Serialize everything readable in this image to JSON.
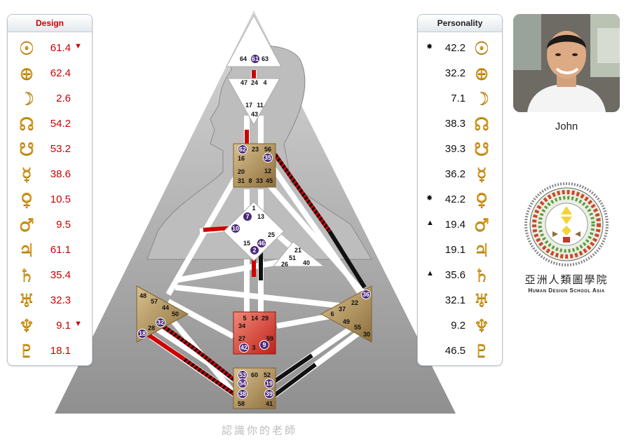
{
  "design_panel": {
    "title": "Design",
    "rows": [
      {
        "planet": "sun-icon",
        "glyph": "☉",
        "value": "61.4",
        "mark": "▼"
      },
      {
        "planet": "earth-icon",
        "glyph": "⊕",
        "value": "62.4",
        "mark": ""
      },
      {
        "planet": "moon-icon",
        "glyph": "☽",
        "value": "2.6",
        "mark": ""
      },
      {
        "planet": "north-node-icon",
        "glyph": "☊",
        "value": "54.2",
        "mark": ""
      },
      {
        "planet": "south-node-icon",
        "glyph": "☋",
        "value": "53.2",
        "mark": ""
      },
      {
        "planet": "mercury-icon",
        "glyph": "☿",
        "value": "38.6",
        "mark": ""
      },
      {
        "planet": "venus-icon",
        "glyph": "♀",
        "value": "10.5",
        "mark": ""
      },
      {
        "planet": "mars-icon",
        "glyph": "♂",
        "value": "9.5",
        "mark": ""
      },
      {
        "planet": "jupiter-icon",
        "glyph": "♃",
        "value": "61.1",
        "mark": ""
      },
      {
        "planet": "saturn-icon",
        "glyph": "♄",
        "value": "35.4",
        "mark": ""
      },
      {
        "planet": "uranus-icon",
        "glyph": "♅",
        "value": "32.3",
        "mark": ""
      },
      {
        "planet": "neptune-icon",
        "glyph": "♆",
        "value": "9.1",
        "mark": "▼"
      },
      {
        "planet": "pluto-icon",
        "glyph": "♇",
        "value": "18.1",
        "mark": ""
      }
    ]
  },
  "personality_panel": {
    "title": "Personality",
    "rows": [
      {
        "planet": "sun-icon",
        "glyph": "☉",
        "value": "42.2",
        "mark": "✸"
      },
      {
        "planet": "earth-icon",
        "glyph": "⊕",
        "value": "32.2",
        "mark": ""
      },
      {
        "planet": "moon-icon",
        "glyph": "☽",
        "value": "7.1",
        "mark": ""
      },
      {
        "planet": "north-node-icon",
        "glyph": "☊",
        "value": "38.3",
        "mark": ""
      },
      {
        "planet": "south-node-icon",
        "glyph": "☋",
        "value": "39.3",
        "mark": ""
      },
      {
        "planet": "mercury-icon",
        "glyph": "☿",
        "value": "36.2",
        "mark": ""
      },
      {
        "planet": "venus-icon",
        "glyph": "♀",
        "value": "42.2",
        "mark": "✸"
      },
      {
        "planet": "mars-icon",
        "glyph": "♂",
        "value": "19.4",
        "mark": "▲"
      },
      {
        "planet": "jupiter-icon",
        "glyph": "♃",
        "value": "19.1",
        "mark": ""
      },
      {
        "planet": "saturn-icon",
        "glyph": "♄",
        "value": "35.6",
        "mark": "▲"
      },
      {
        "planet": "uranus-icon",
        "glyph": "♅",
        "value": "32.1",
        "mark": ""
      },
      {
        "planet": "neptune-icon",
        "glyph": "♆",
        "value": "9.2",
        "mark": ""
      },
      {
        "planet": "pluto-icon",
        "glyph": "♇",
        "value": "46.5",
        "mark": ""
      }
    ]
  },
  "profile": {
    "name": "John"
  },
  "school": {
    "name_cn": "亞洲人類圖學院",
    "name_en": "Human Design School Asia"
  },
  "footer": {
    "text": "認識你的老師"
  },
  "colors": {
    "design": "#cc0000",
    "personality": "#111111",
    "glyph": "#d79b1c",
    "activated_gate": "#4a2a7a"
  },
  "centers": {
    "head": [
      "64",
      "61",
      "63"
    ],
    "ajna": [
      "47",
      "24",
      "4",
      "17",
      "11",
      "43"
    ],
    "throat": [
      "62",
      "23",
      "56",
      "16",
      "35",
      "20",
      "12",
      "31",
      "8",
      "33",
      "45"
    ],
    "g": [
      "1",
      "7",
      "13",
      "10",
      "25",
      "15",
      "2",
      "46"
    ],
    "ego": [
      "21",
      "51",
      "26",
      "40"
    ],
    "spleen": [
      "48",
      "57",
      "44",
      "50",
      "32",
      "28",
      "18"
    ],
    "solar_plexus": [
      "36",
      "22",
      "37",
      "6",
      "49",
      "55",
      "30"
    ],
    "sacral": [
      "5",
      "14",
      "29",
      "34",
      "27",
      "59",
      "42",
      "3",
      "9"
    ],
    "root": [
      "53",
      "60",
      "52",
      "54",
      "19",
      "38",
      "39",
      "58",
      "41"
    ]
  },
  "activated_gates": [
    "61",
    "62",
    "35",
    "7",
    "10",
    "2",
    "46",
    "36",
    "32",
    "18",
    "42",
    "9",
    "53",
    "54",
    "19",
    "38",
    "39"
  ]
}
